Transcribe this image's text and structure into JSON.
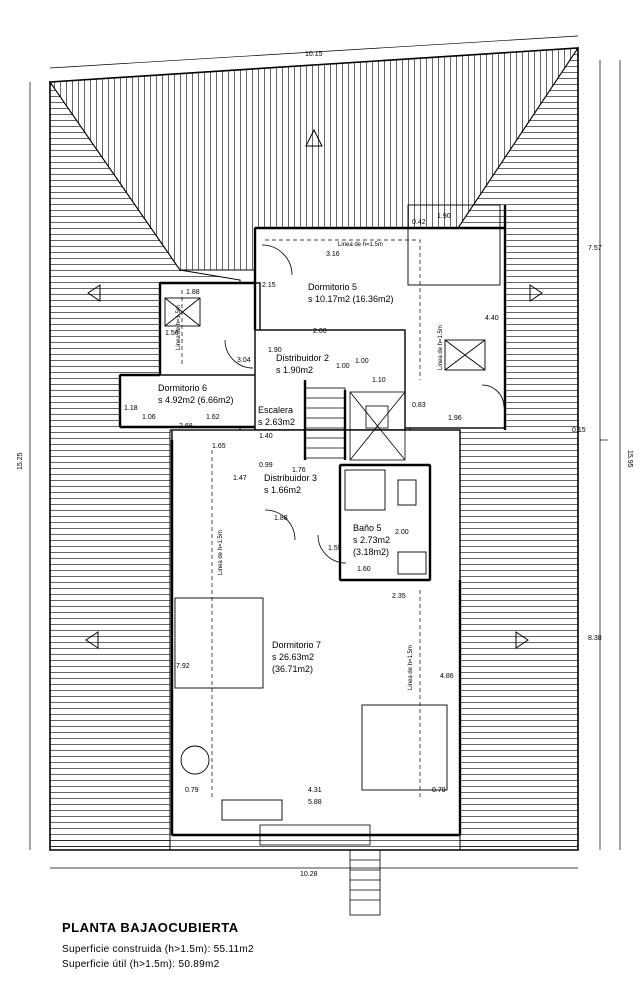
{
  "title": "PLANTA BAJAOCUBIERTA",
  "surface_built": "Superficie  construida  (h>1.5m):  55.11m2",
  "surface_useful": "Superficie  útil  (h>1.5m):  50.89m2",
  "rooms": {
    "dormitorio5": {
      "name": "Dormitorio 5",
      "area": "s 10.17m2 (16.36m2)"
    },
    "dormitorio6": {
      "name": "Dormitorio 6",
      "area": "s 4.92m2 (6.66m2)"
    },
    "distribuidor2": {
      "name": "Distribuidor 2",
      "area": "s 1.90m2"
    },
    "escalera": {
      "name": "Escalera",
      "area": "s 2.63m2"
    },
    "distribuidor3": {
      "name": "Distribuidor 3",
      "area": "s 1.66m2"
    },
    "bano5": {
      "name": "Baño 5",
      "area": "s 2.73m2",
      "area2": "(3.18m2)"
    },
    "dormitorio7": {
      "name": "Dormitorio 7",
      "area": "s 26.63m2",
      "area2": "(36.71m2)"
    }
  },
  "limit_label": "Linea de h=1.5m",
  "dimensions": {
    "top_width": "10.15",
    "bottom_width": "10.28",
    "left_height": "15.25",
    "right_total": "15.95",
    "right_upper": "7.57",
    "right_lower": "8.38",
    "right_offset": "0.15",
    "d_042": "0.42",
    "d_190a": "1.90",
    "d_316": "3.16",
    "d_215": "2.15",
    "d_188a": "1.88",
    "d_156": "1.56",
    "d_200a": "2.00",
    "d_190b": "1.90",
    "d_304": "3.04",
    "d_100a": "1.00",
    "d_100b": "1.00",
    "d_110": "1.10",
    "d_440": "4.40",
    "d_083": "0.83",
    "d_196": "1.96",
    "d_118": "1.18",
    "d_106": "1.06",
    "d_162": "1.62",
    "d_268": "2.68",
    "d_165": "1.65",
    "d_140": "1.40",
    "d_147": "1.47",
    "d_099": "0.99",
    "d_176": "1.76",
    "d_188b": "1.88",
    "d_155": "1.55",
    "d_200b": "2.00",
    "d_160": "1.60",
    "d_235": "2.35",
    "d_792": "7.92",
    "d_486": "4.86",
    "d_079a": "0.79",
    "d_431": "4.31",
    "d_079b": "0.79",
    "d_588": "5.88"
  }
}
